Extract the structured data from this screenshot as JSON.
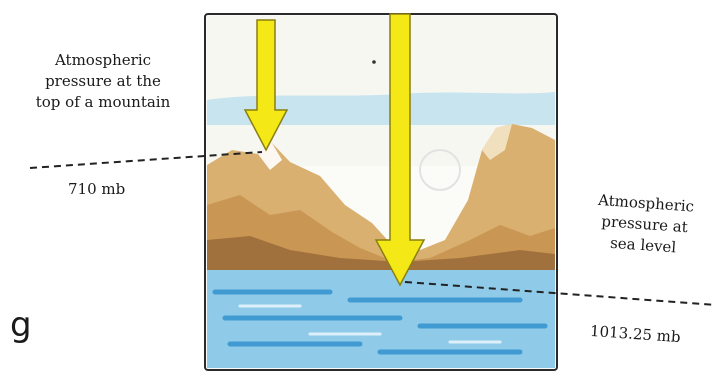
{
  "diagram": {
    "top_label_lines": [
      "Atmospheric",
      "pressure at the",
      "top of a mountain"
    ],
    "top_reading": "710 mb",
    "sea_label_lines": [
      "Atmospheric",
      "pressure at",
      "sea level"
    ],
    "sea_reading": "1013.25 mb",
    "cut_fragment": "g",
    "colors": {
      "arrow": "#f4e817",
      "arrow_outline": "#8a7f10",
      "sky": "#bfe0ee",
      "mountain": "#d9b070",
      "mountain_shadow": "#9a6a3a",
      "water": "#4aa3d8"
    }
  }
}
